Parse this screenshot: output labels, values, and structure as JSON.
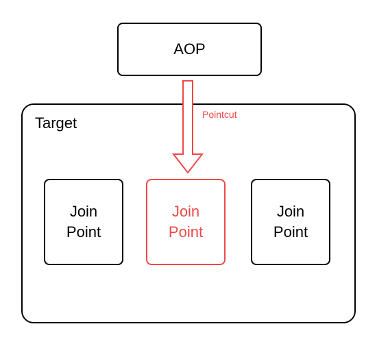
{
  "aop": {
    "label": "AOP"
  },
  "target": {
    "label": "Target"
  },
  "join_points": [
    {
      "line1": "Join",
      "line2": "Point",
      "highlighted": false
    },
    {
      "line1": "Join",
      "line2": "Point",
      "highlighted": true
    },
    {
      "line1": "Join",
      "line2": "Point",
      "highlighted": false
    }
  ],
  "pointcut": {
    "label": "Pointcut"
  },
  "colors": {
    "highlight": "#f04747",
    "border": "#000000",
    "background": "#ffffff"
  }
}
